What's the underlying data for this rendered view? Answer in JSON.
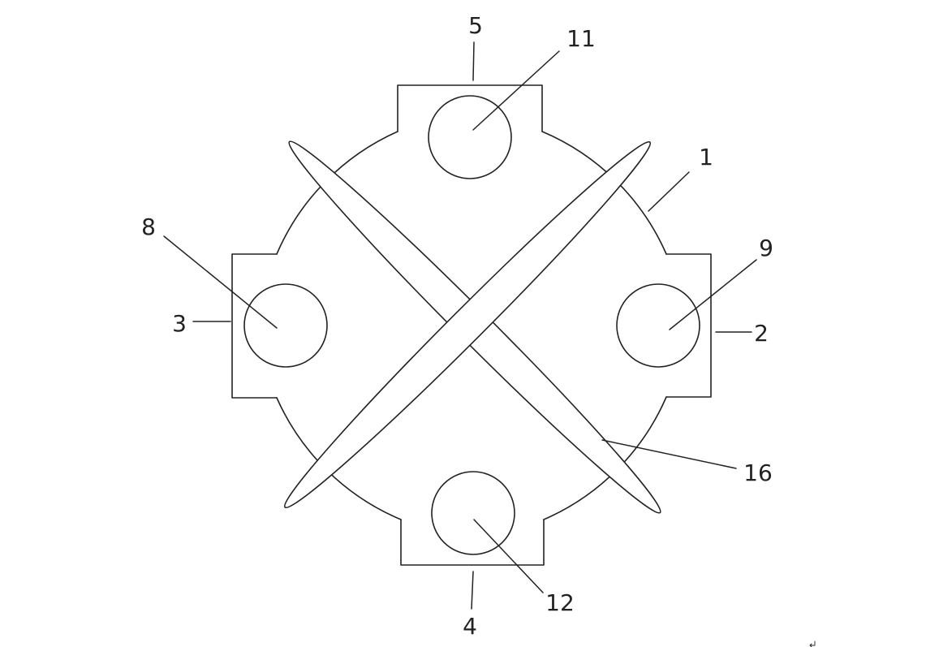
{
  "labels": {
    "top_tab": "5",
    "top_hole": "11",
    "body": "1",
    "left_hole": "8",
    "left_tab": "3",
    "right_hole": "9",
    "right_tab": "2",
    "blade": "16",
    "bottom_hole": "12",
    "bottom_tab": "4"
  },
  "colors": {
    "stroke": "#222222",
    "background": "#ffffff"
  }
}
